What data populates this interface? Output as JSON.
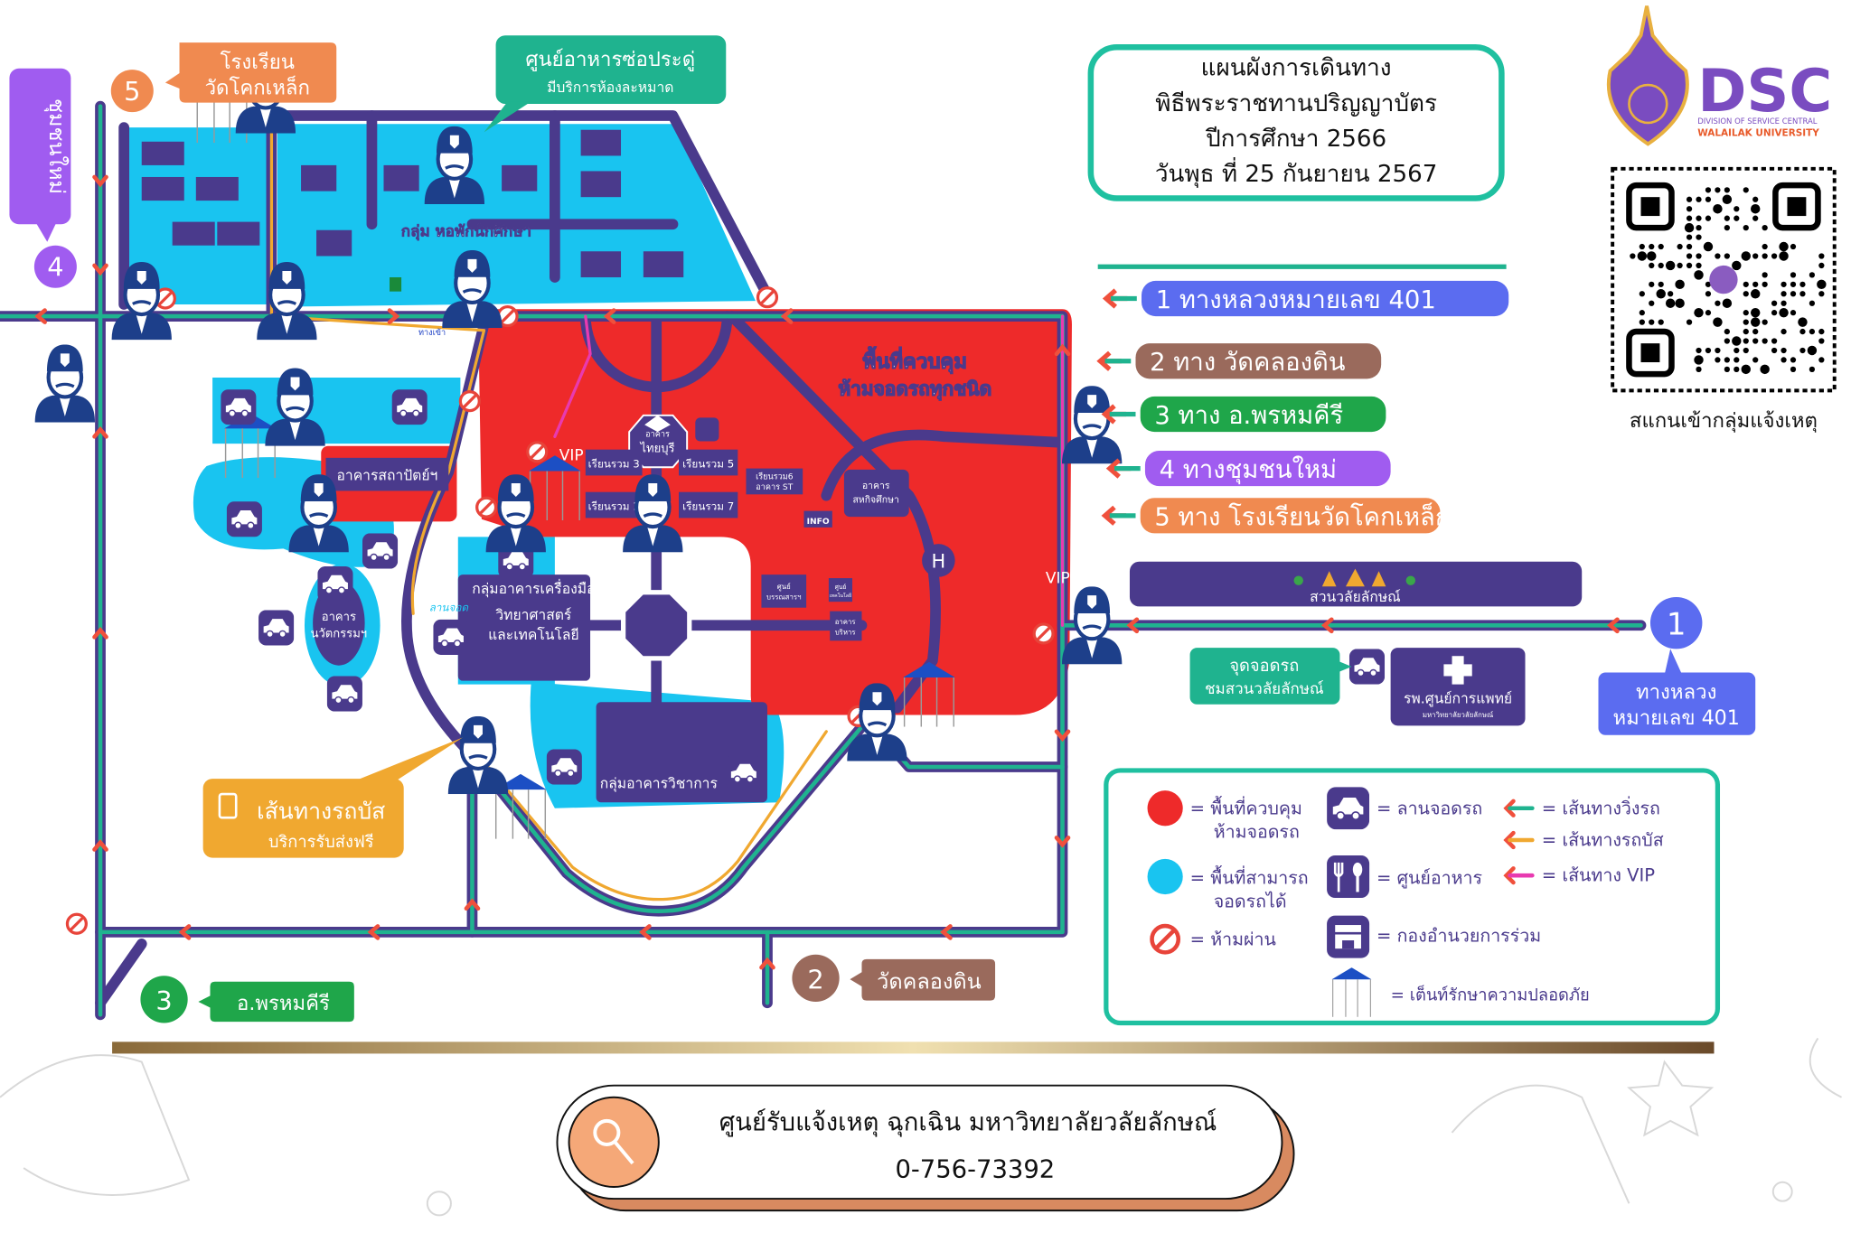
{
  "title_box": {
    "line1": "แผนผังการเดินทาง",
    "line2": "พิธีพระราชทานปริญญาบัตร",
    "line3": "ปีการศึกษา 2566",
    "line4": "วันพุธ ที่ 25 กันยายน 2567"
  },
  "logo": {
    "brand": "DSC",
    "sub1": "DIVISION OF SERVICE CENTRAL",
    "sub2": "WALAILAK UNIVERSITY"
  },
  "qr": {
    "caption": "สแกนเข้ากลุ่มแจ้งเหตุ"
  },
  "routes": [
    {
      "num": "1",
      "label": "ทางหลวงหมายเลข 401",
      "color": "#5b6cf0"
    },
    {
      "num": "2",
      "label": "ทาง วัดคลองดิน",
      "color": "#9a6a5c"
    },
    {
      "num": "3",
      "label": "ทาง อ.พรหมคีรี",
      "color": "#1fa64a"
    },
    {
      "num": "4",
      "label": "ทางชุมชนใหม่",
      "color": "#a05cf0"
    },
    {
      "num": "5",
      "label": "ทาง โรงเรียนวัดโคกเหล็ก",
      "color": "#f08a50"
    }
  ],
  "map": {
    "callout_5": {
      "num": "5",
      "line1": "โรงเรียน",
      "line2": "วัดโคกเหล็ก"
    },
    "callout_4": {
      "num": "4",
      "label": "ชุมชนใหม่"
    },
    "callout_3": {
      "num": "3",
      "label": "อ.พรหมคีรี"
    },
    "callout_2": {
      "num": "2",
      "label": "วัดคลองดิน"
    },
    "callout_1": {
      "num": "1",
      "line1": "ทางหลวง",
      "line2": "หมายเลข 401"
    },
    "food_callout": {
      "line1": "ศูนย์อาหารซ่อประดู่",
      "line2": "มีบริการห้องละหมาด"
    },
    "dorm_label": "กลุ่ม หอพักนักศึกษา",
    "entrance_label": "ทางเข้า",
    "control_zone": {
      "line1": "พื้นที่ควบคุม",
      "line2": "ห้ามจอดรถทุกชนิด"
    },
    "vip_label": "VIP",
    "buildings": {
      "architecture": "อาคารสถาปัตย์ฯ",
      "thaiburi_1": "อาคาร",
      "thaiburi_2": "ไทยบุรี",
      "lecture3": "เรียนรวม 3",
      "lecture5": "เรียนรวม 5",
      "lecture1": "เรียนรวม 1",
      "lecture7": "เรียนรวม 7",
      "lecture6_1": "เรียนรวม6",
      "lecture6_2": "อาคาร ST",
      "coop_1": "อาคาร",
      "coop_2": "สหกิจศึกษา",
      "info": "INFO",
      "library_1": "ศูนย์",
      "library_2": "บรรณสารฯ",
      "tech_1": "ศูนย์",
      "tech_2": "เทคโนโลยี",
      "admin_1": "อาคาร",
      "admin_2": "บริหาร",
      "hospital_h": "H",
      "sci_1": "กลุ่มอาคารเครื่องมือ",
      "sci_2": "วิทยาศาสตร์",
      "sci_3": "และเทคโนโลยี",
      "parking_lot": "ลานจอด",
      "innovation_1": "อาคาร",
      "innovation_2": "นวัตกรรมฯ",
      "academic": "กลุ่มอาคารวิชาการ"
    },
    "bus_callout": {
      "line1": "เส้นทางรถบัส",
      "line2": "บริการรับส่งฟรี"
    },
    "garden_banner": "สวนวลัยลักษณ์",
    "garden_parking": {
      "line1": "จุดจอดรถ",
      "line2": "ชมสวนวลัยลักษณ์"
    },
    "hospital": {
      "line1": "รพ.ศูนย์การแพทย์",
      "line2": "มหาวิทยาลัยวลัยลักษณ์"
    }
  },
  "legend": {
    "control_zone_1": "= พื้นที่ควบคุม",
    "control_zone_2": "ห้ามจอดรถ",
    "parking_zone_1": "= พื้นที่สามารถ",
    "parking_zone_2": "จอดรถได้",
    "no_entry": "= ห้ามผ่าน",
    "parking_lot": "= ลานจอดรถ",
    "food_center": "= ศูนย์อาหาร",
    "command_center": "= กองอำนวยการร่วม",
    "security_tent": "= เต็นท์รักษาความปลอดภัย",
    "car_route": "= เส้นทางวิ่งรถ",
    "bus_route": "= เส้นทางรถบัส",
    "vip_route": "= เส้นทาง VIP"
  },
  "emergency": {
    "line1": "ศูนย์รับแจ้งเหตุ ฉุกเฉิน มหาวิทยาลัยวลัยลักษณ์",
    "phone": "0-756-73392"
  },
  "colors": {
    "road": "#4a3a8c",
    "car_route": "#1fb38f",
    "bus_route": "#f0a830",
    "vip_route": "#e83ab0",
    "control_zone": "#ee2a2a",
    "parking_zone": "#19c4f0",
    "arrow": "#f0503c",
    "police": "#1d3f8a",
    "frame_teal": "#1fc0a0"
  }
}
